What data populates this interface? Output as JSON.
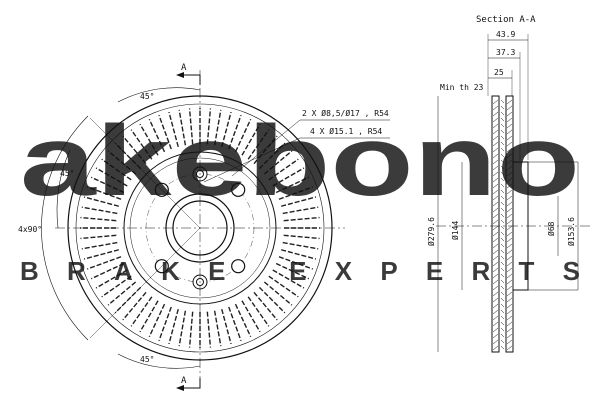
{
  "drawing": {
    "section_title": "Section A-A",
    "section_marker": "A",
    "min_thickness_label": "Min th 23",
    "hole_callout_1": "2 X Ø8,5/Ø17 , R54",
    "hole_callout_2": "4 X Ø15.1 , R54",
    "angles": {
      "top": "45°",
      "bottom": "45°",
      "left": "45°",
      "pattern": "4x90°"
    },
    "widths": {
      "overall": "43.9",
      "hat": "37.3",
      "disc": "25"
    },
    "diameters": {
      "outer": "Ø279.6",
      "bore_ring": "Ø144",
      "hub_bore": "Ø68",
      "hat": "Ø153.6"
    }
  },
  "watermark": {
    "brand": "akebono",
    "tagline": "BRAKE EXPERTS",
    "color": "#9a9a9a"
  }
}
